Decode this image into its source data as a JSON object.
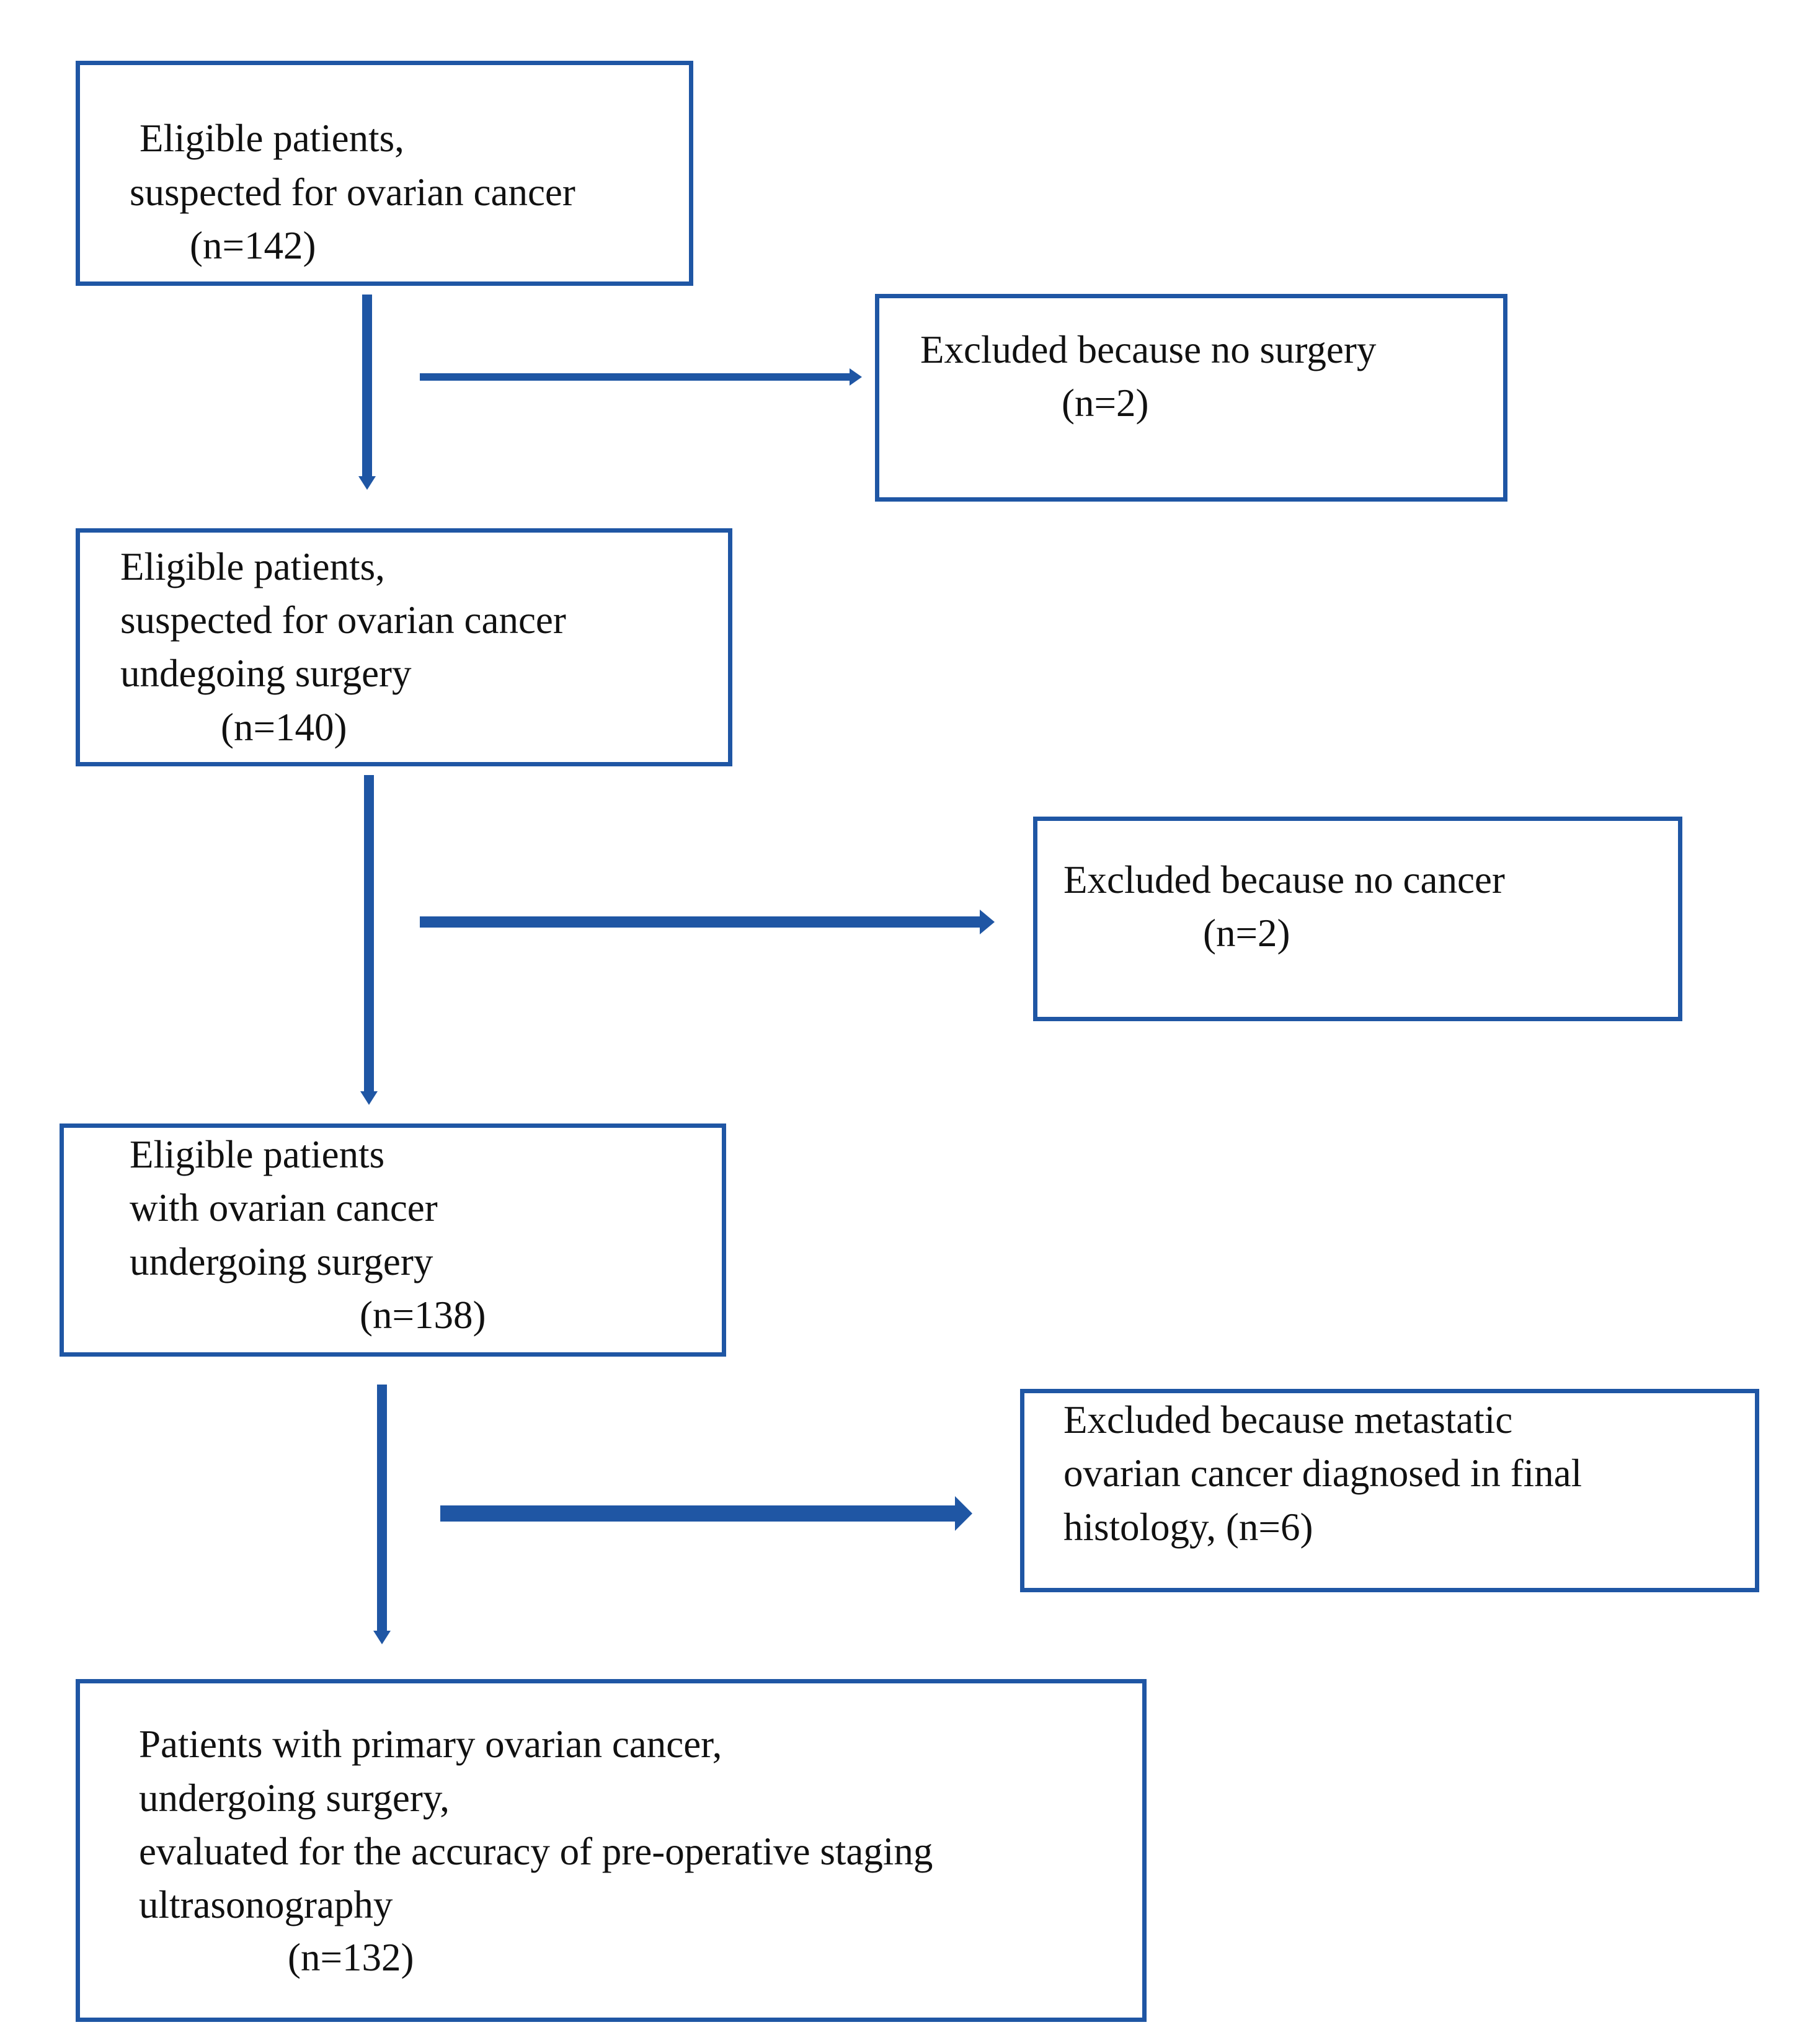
{
  "colors": {
    "border": "#1f56a4",
    "arrow": "#1f56a4",
    "text": "#111111"
  },
  "boxes": {
    "b1": [
      "Eligible patients,",
      "suspected for ovarian cancer",
      "(n=142)"
    ],
    "x1": [
      "Excluded because no surgery",
      "(n=2)"
    ],
    "b2": [
      "Eligible patients,",
      "suspected for ovarian cancer",
      "undegoing surgery",
      "(n=140)"
    ],
    "x2": [
      "Excluded because no cancer",
      "(n=2)"
    ],
    "b3": [
      "Eligible patients",
      "with ovarian cancer",
      "undergoing surgery",
      "(n=138)"
    ],
    "x3": [
      "Excluded because metastatic",
      "ovarian cancer diagnosed in final",
      "histology, (n=6)"
    ],
    "b4": [
      "Patients with primary ovarian cancer,",
      "undergoing surgery,",
      "evaluated for the accuracy of pre-operative staging",
      "ultrasonography",
      "(n=132)"
    ]
  }
}
